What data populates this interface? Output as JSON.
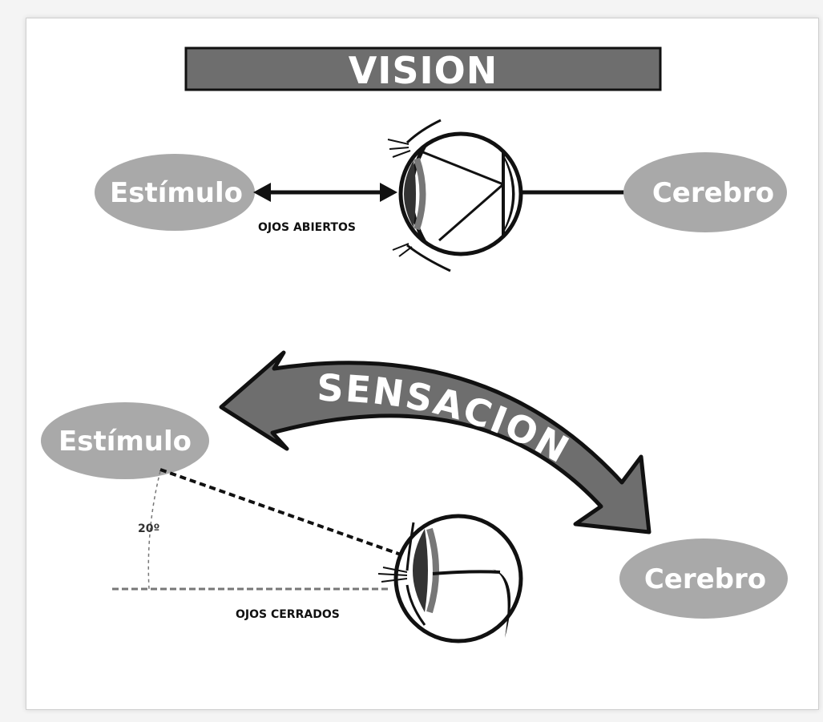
{
  "title": "VISION",
  "top": {
    "stimulus_label": "Estímulo",
    "brain_label": "Cerebro",
    "eye_state_label": "OJOS ABIERTOS"
  },
  "bottom": {
    "arc_label": "SENSACION",
    "stimulus_label": "Estímulo",
    "brain_label": "Cerebro",
    "eye_state_label": "OJOS CERRADOS",
    "angle_label": "20º"
  },
  "colors": {
    "title_bar": "#6e6e6e",
    "oval": "#a9a9a9",
    "arc_arrow": "#6e6e6e",
    "ink": "#111111"
  }
}
